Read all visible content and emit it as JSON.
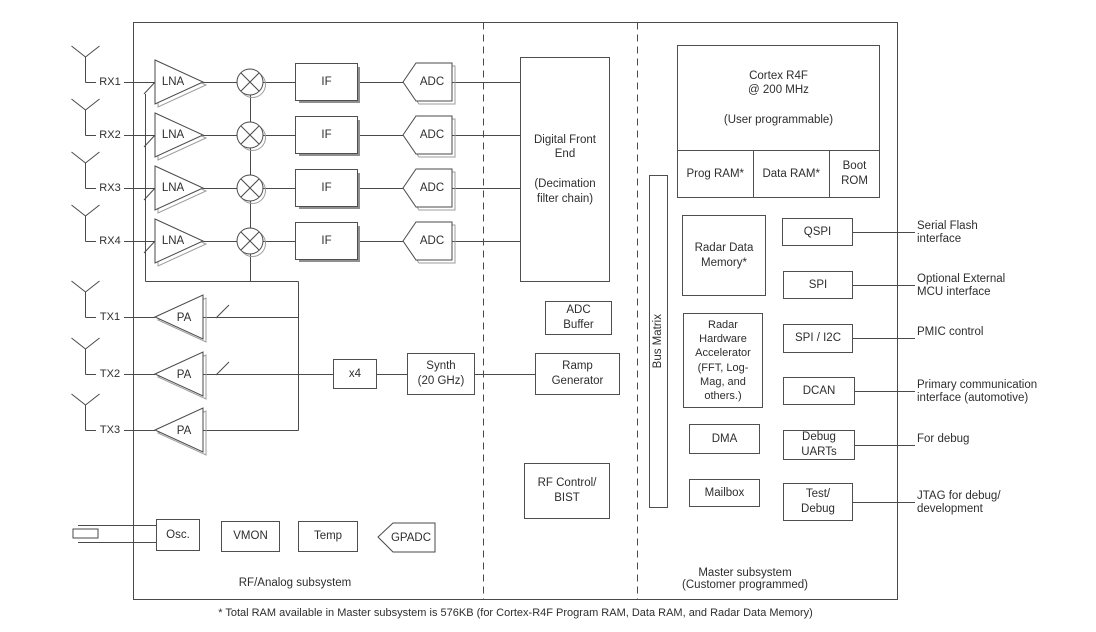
{
  "footnote": "* Total RAM available in Master subsystem is 576KB (for Cortex-R4F Program RAM, Data RAM, and Radar Data Memory)",
  "rf_subsystem": {
    "label": "RF/Analog subsystem",
    "rx_chains": [
      {
        "port": "RX1",
        "amp": "LNA",
        "if": "IF",
        "adc": "ADC"
      },
      {
        "port": "RX2",
        "amp": "LNA",
        "if": "IF",
        "adc": "ADC"
      },
      {
        "port": "RX3",
        "amp": "LNA",
        "if": "IF",
        "adc": "ADC"
      },
      {
        "port": "RX4",
        "amp": "LNA",
        "if": "IF",
        "adc": "ADC"
      }
    ],
    "tx_chains": [
      {
        "port": "TX1",
        "amp": "PA"
      },
      {
        "port": "TX2",
        "amp": "PA"
      },
      {
        "port": "TX3",
        "amp": "PA"
      }
    ],
    "multiplier": "x4",
    "synth": "Synth\n(20 GHz)",
    "osc": "Osc.",
    "vmon": "VMON",
    "temp": "Temp",
    "gpadc": "GPADC"
  },
  "dfe": "Digital Front\nEnd\n\n(Decimation\nfilter chain)",
  "adc_buffer": "ADC\nBuffer",
  "ramp_generator": "Ramp\nGenerator",
  "rf_control_bist": "RF Control/\nBIST",
  "master_subsystem": {
    "label": "Master subsystem\n(Customer programmed)",
    "bus_matrix": "Bus Matrix",
    "cortex": {
      "title": "Cortex R4F\n@ 200 MHz\n\n(User programmable)",
      "prog_ram": "Prog RAM*",
      "data_ram": "Data RAM*",
      "boot_rom": "Boot\nROM"
    },
    "radar_data_memory": "Radar Data\nMemory*",
    "radar_hw_accelerator": "Radar\nHardware\nAccelerator\n(FFT, Log-\nMag, and\nothers.)",
    "dma": "DMA",
    "mailbox": "Mailbox",
    "peripherals": [
      {
        "label": "QSPI",
        "annotation": "Serial Flash\ninterface"
      },
      {
        "label": "SPI",
        "annotation": "Optional External\nMCU interface"
      },
      {
        "label": "SPI / I2C",
        "annotation": "PMIC control"
      },
      {
        "label": "DCAN",
        "annotation": "Primary communication\ninterface (automotive)"
      },
      {
        "label": "Debug\nUARTs",
        "annotation": "For debug"
      },
      {
        "label": "Test/\nDebug",
        "annotation": "JTAG for debug/\ndevelopment"
      }
    ]
  }
}
